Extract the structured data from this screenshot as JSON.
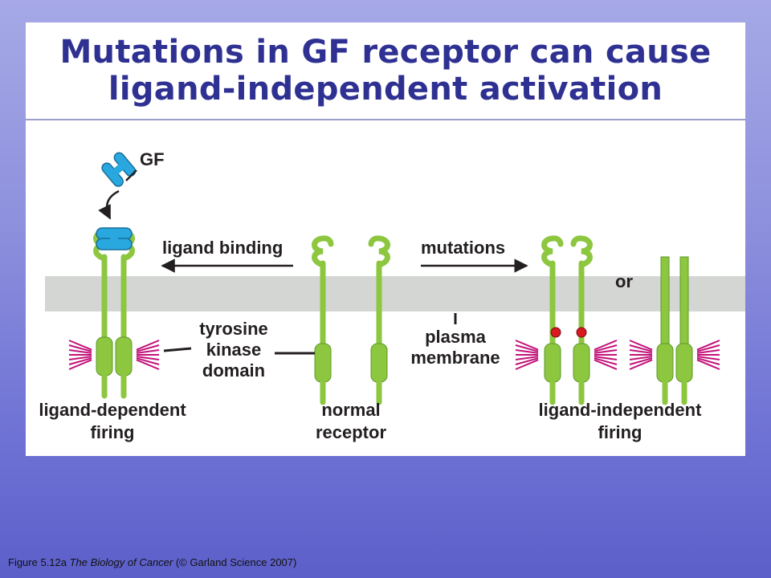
{
  "slide": {
    "title_line1": "Mutations in GF receptor can cause",
    "title_line2": "ligand-independent activation"
  },
  "diagram": {
    "gf_label": "GF",
    "ligand_binding_label": "ligand binding",
    "mutations_label": "mutations",
    "or_label": "or",
    "tyrosine_kinase_label": [
      "tyrosine",
      "kinase",
      "domain"
    ],
    "plasma_membrane_label": [
      "plasma",
      "membrane"
    ],
    "left_caption": [
      "ligand-dependent",
      "firing"
    ],
    "center_caption": [
      "normal",
      "receptor"
    ],
    "right_caption": [
      "ligand-independent",
      "firing"
    ],
    "colors": {
      "receptor": "#8dc63f",
      "receptor_outline": "#5e9a2a",
      "ligand": "#29a8e0",
      "membrane": "#d4d6d4",
      "signal": "#c2127a",
      "mutation": "#d71920",
      "text": "#231f20"
    }
  },
  "footer": {
    "caption_prefix": "Figure 5.12a  ",
    "caption_book": "The Biology of Cancer",
    "caption_suffix": " (© Garland Science 2007)"
  }
}
